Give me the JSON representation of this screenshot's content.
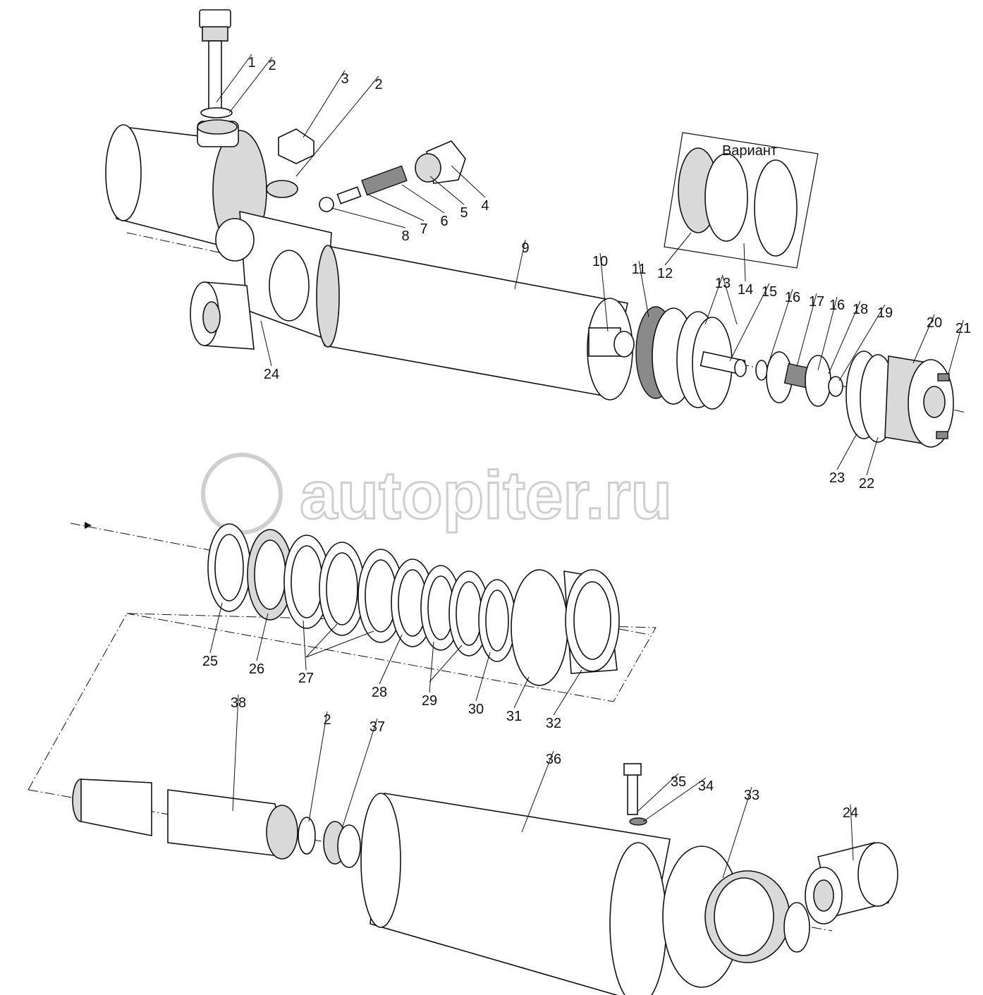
{
  "diagram": {
    "variant_label": "Вариант",
    "watermark": "autopiter.ru",
    "callouts": [
      "1",
      "2",
      "3",
      "2",
      "4",
      "5",
      "6",
      "7",
      "8",
      "9",
      "10",
      "11",
      "12",
      "13",
      "14",
      "15",
      "16",
      "17",
      "16",
      "18",
      "19",
      "20",
      "21",
      "23",
      "22",
      "24",
      "25",
      "26",
      "27",
      "28",
      "29",
      "30",
      "31",
      "32",
      "38",
      "2",
      "37",
      "36",
      "35",
      "34",
      "33",
      "24"
    ]
  }
}
